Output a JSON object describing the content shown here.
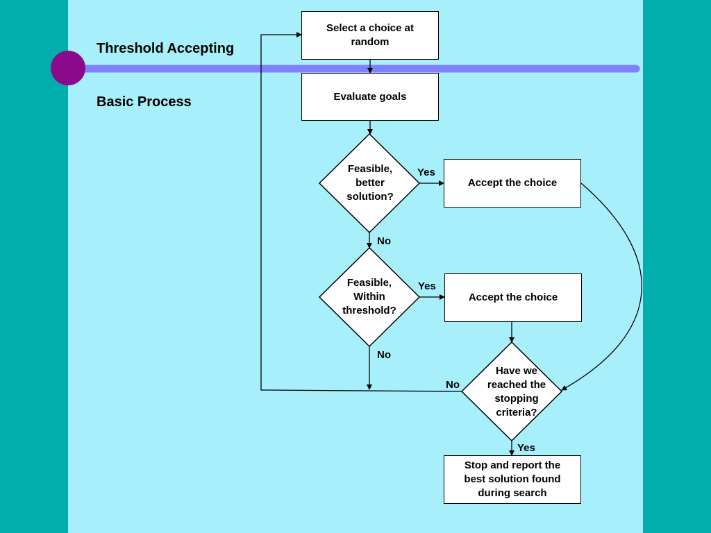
{
  "slide": {
    "title": "Threshold Accepting",
    "subtitle": "Basic Process",
    "colors": {
      "outer_background": "#00AEAE",
      "panel_background": "#A7EFFA",
      "title_bar": "#8080FF",
      "bullet_circle": "#8B0A8B"
    }
  },
  "flowchart": {
    "nodes": {
      "select": "Select a choice at random",
      "evaluate": "Evaluate goals",
      "feasible_better": "Feasible, better solution?",
      "accept_1": "Accept the choice",
      "feasible_threshold": "Feasible, Within threshold?",
      "accept_2": "Accept the choice",
      "stopping": "Have we reached the stopping criteria?",
      "stop_report": "Stop and report the best solution found during search"
    },
    "edge_labels": {
      "better_yes": "Yes",
      "better_no": "No",
      "threshold_yes": "Yes",
      "threshold_no": "No",
      "stopping_no": "No",
      "stopping_yes": "Yes"
    }
  }
}
